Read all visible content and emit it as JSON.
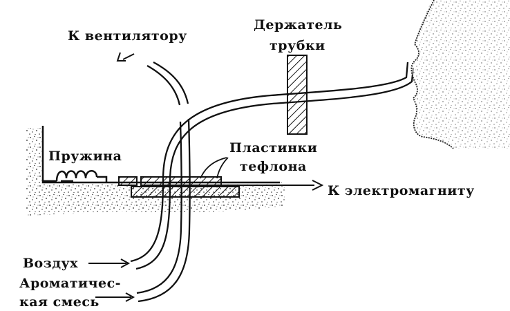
{
  "labels": {
    "fan": "К вентилятору",
    "holder_line1": "Держатель",
    "holder_line2": "трубки",
    "spring": "Пружина",
    "teflon_line1": "Пластинки",
    "teflon_line2": "тефлона",
    "electromagnet": "К электромагниту",
    "air": "Воздух",
    "aroma_line1": "Ароматичес-",
    "aroma_line2": "кая смесь"
  }
}
